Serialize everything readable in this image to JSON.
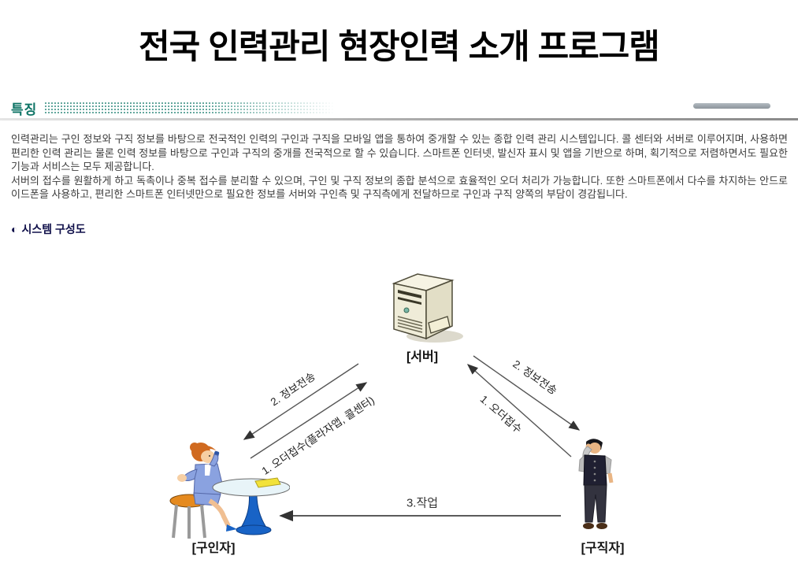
{
  "title": "전국 인력관리 현장인력 소개 프로그램",
  "features": {
    "header_label": "특징",
    "paragraph1": "인력관리는 구인 정보와 구직 정보를 바탕으로 전국적인 인력의 구인과 구직을 모바일 앱을 통하여 중개할 수 있는 종합 인력 관리 시스템입니다. 콜 센터와 서버로 이루어지며, 사용하면 편리한 인력 관리는 물론 인력 정보를 바탕으로 구인과 구직의 중개를 전국적으로 할 수 있습니다. 스마트폰 인터넷, 발신자 표시 및 앱을 기반으로 하며, 획기적으로 저렴하면서도 필요한 기능과 서비스는 모두 제공합니다.",
    "paragraph2": "서버의 접수를 원활하게 하고 독촉이나 중복 접수를 분리할 수 있으며, 구인 및 구직 정보의 종합 분석으로 효율적인 오더 처리가 가능합니다. 또한 스마트폰에서 다수를 차지하는 안드로이드폰을 사용하고, 편리한 스마트폰 인터넷만으로 필요한 정보를 서버와 구인측 및 구직측에게 전달하므로 구인과 구직 양쪽의 부담이 경감됩니다."
  },
  "diagram_section": {
    "bullet_icon": "◐",
    "header_label": "시스템 구성도"
  },
  "diagram": {
    "server_label": "[서버]",
    "employer_label": "[구인자]",
    "jobseeker_label": "[구직자]",
    "arrow_left_info": "2. 정보전송",
    "arrow_left_order": "1. 오더접수(플라자앱, 콜센터)",
    "arrow_right_info": "2. 정보전송",
    "arrow_right_order": "1. 오더접수",
    "arrow_work": "3.작업"
  },
  "colors": {
    "accent_teal": "#0d7365",
    "subheader_navy": "#10104a",
    "body_text": "#3c3c3c",
    "arrow_line": "#555555",
    "server_body": "#efecd8",
    "table_blue": "#1863c6",
    "stool_orange": "#e58a1f"
  }
}
